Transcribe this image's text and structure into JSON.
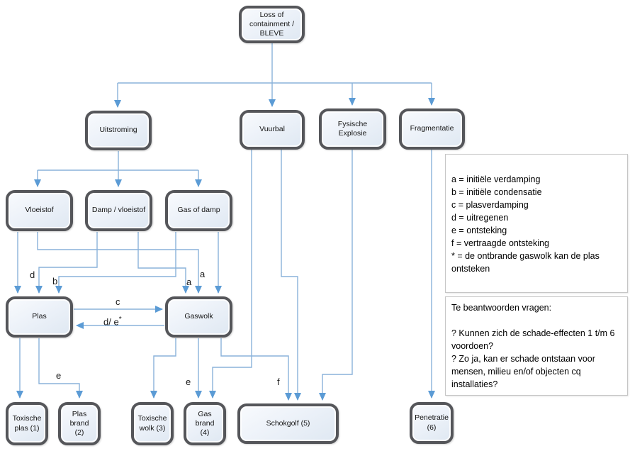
{
  "colors": {
    "line": "#8ab2da",
    "arrow": "#5b9bd5",
    "node_border": "#55565a",
    "node_fill": "#e7eef7",
    "panel_border": "#c6c6c6"
  },
  "nodes": {
    "loss": {
      "label": "Loss of containment / BLEVE"
    },
    "uitstroming": {
      "label": "Uitstroming"
    },
    "vuurbal": {
      "label": "Vuurbal"
    },
    "fysische_explosie": {
      "label": "Fysische Explosie"
    },
    "fragmentatie": {
      "label": "Fragmentatie"
    },
    "vloeistof": {
      "label": "Vloeistof"
    },
    "damp_vloeistof": {
      "label": "Damp / vloeistof"
    },
    "gas_of_damp": {
      "label": "Gas of damp"
    },
    "plas": {
      "label": "Plas"
    },
    "gaswolk": {
      "label": "Gaswolk"
    },
    "toxische_plas": {
      "label": "Toxische plas (1)"
    },
    "plas_brand": {
      "label": "Plas brand (2)"
    },
    "toxische_wolk": {
      "label": "Toxische wolk (3)"
    },
    "gas_brand": {
      "label": "Gas brand (4)"
    },
    "schokgolf": {
      "label": "Schokgolf (5)"
    },
    "penetratie": {
      "label": "Penetratie (6)"
    }
  },
  "edges": [
    {
      "from": "loss",
      "to": "uitstroming",
      "label": ""
    },
    {
      "from": "loss",
      "to": "vuurbal",
      "label": ""
    },
    {
      "from": "loss",
      "to": "fysische_explosie",
      "label": ""
    },
    {
      "from": "loss",
      "to": "fragmentatie",
      "label": ""
    },
    {
      "from": "uitstroming",
      "to": "vloeistof",
      "label": ""
    },
    {
      "from": "uitstroming",
      "to": "damp_vloeistof",
      "label": ""
    },
    {
      "from": "uitstroming",
      "to": "gas_of_damp",
      "label": ""
    },
    {
      "from": "vloeistof",
      "to": "plas",
      "label": ""
    },
    {
      "from": "vloeistof",
      "to": "gaswolk",
      "label": "a"
    },
    {
      "from": "damp_vloeistof",
      "to": "plas",
      "label": "d"
    },
    {
      "from": "damp_vloeistof",
      "to": "gaswolk",
      "label": "a"
    },
    {
      "from": "gas_of_damp",
      "to": "plas",
      "label": "b"
    },
    {
      "from": "gas_of_damp",
      "to": "gaswolk",
      "label": ""
    },
    {
      "from": "plas",
      "to": "gaswolk",
      "label": "c"
    },
    {
      "from": "gaswolk",
      "to": "plas",
      "label": "d/ e",
      "superscript": "*"
    },
    {
      "from": "plas",
      "to": "toxische_plas",
      "label": ""
    },
    {
      "from": "plas",
      "to": "plas_brand",
      "label": "e"
    },
    {
      "from": "gaswolk",
      "to": "toxische_wolk",
      "label": ""
    },
    {
      "from": "gaswolk",
      "to": "gas_brand",
      "label": "e"
    },
    {
      "from": "gaswolk",
      "to": "schokgolf",
      "label": "f"
    },
    {
      "from": "vuurbal",
      "to": "gas_brand",
      "label": ""
    },
    {
      "from": "vuurbal",
      "to": "schokgolf",
      "label": ""
    },
    {
      "from": "fysische_explosie",
      "to": "schokgolf",
      "label": ""
    },
    {
      "from": "fragmentatie",
      "to": "penetratie",
      "label": ""
    }
  ],
  "legend": {
    "lines": [
      "a = initiële verdamping",
      "b = initiële condensatie",
      "c = plasverdamping",
      "d = uitregenen",
      "e = ontsteking",
      "f = vertraagde ontsteking",
      "* = de ontbrande gaswolk kan de plas ontsteken"
    ]
  },
  "questions": {
    "title": "Te beantwoorden vragen:",
    "items": [
      "? Kunnen zich de schade-effecten 1 t/m 6 voordoen?",
      "? Zo ja, kan er schade ontstaan voor mensen, milieu en/of objecten cq installaties?"
    ]
  }
}
